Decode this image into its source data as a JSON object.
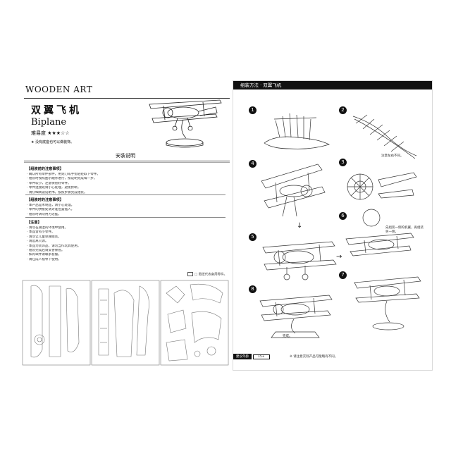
{
  "left": {
    "brand": "WOODEN ART",
    "title_zh": "双翼飞机",
    "title_en": "Biplane",
    "difficulty_label": "难易度",
    "difficulty_stars": "★★★☆☆",
    "top_note": "★ 没有底座也可以做装饰。",
    "instructions_title": "安装说明",
    "sections": [
      {
        "heading": "【组装前的注意事项】",
        "lines": [
          "· 确认所有零件部件，用刻刀或手指轻轻取下零件。",
          "· 组装时按照图示顺序进行，按说明完成每一步。",
          "· 零件较小，注意保管好零件。",
          "· 零件连接处请小心处理，避免折断。",
          "· 请仔细阅读说明书，按照步骤完成组装。"
        ]
      },
      {
        "heading": "【组装时的注意事项】",
        "lines": [
          "· 本产品是木制品，请小心处理。",
          "· 零件的拼接处请对准位置插入。",
          "· 组装时请勿用力过猛。"
        ]
      },
      {
        "heading": "【注意】",
        "lines": [
          "· 请勿在潮湿的环境中使用。",
          "· 本品含有小零件。",
          "· 请勿让儿童单独组装。",
          "· 请远离火源。",
          "· 本品为装饰品，请勿当作玩具使用。",
          "· 组装完成后请妥善保管。",
          "· 如有缺件请联系客服。",
          "· 请在成人指导下使用。"
        ]
      }
    ],
    "parts_legend": "□ 图纸代表备用零件。"
  },
  "right": {
    "header": "组装方法 · 双翼飞机",
    "steps": [
      "1",
      "2",
      "3",
      "4",
      "5",
      "6",
      "7",
      "8"
    ],
    "callout_2": "注意左右不同。",
    "callout_6": "先组装一侧的机翼，再组装另一侧。",
    "callout_8": "完成。",
    "age_label": "建议年龄",
    "age_value": "15+",
    "warning": "※ 请注意实际产品可能略有不同。"
  }
}
